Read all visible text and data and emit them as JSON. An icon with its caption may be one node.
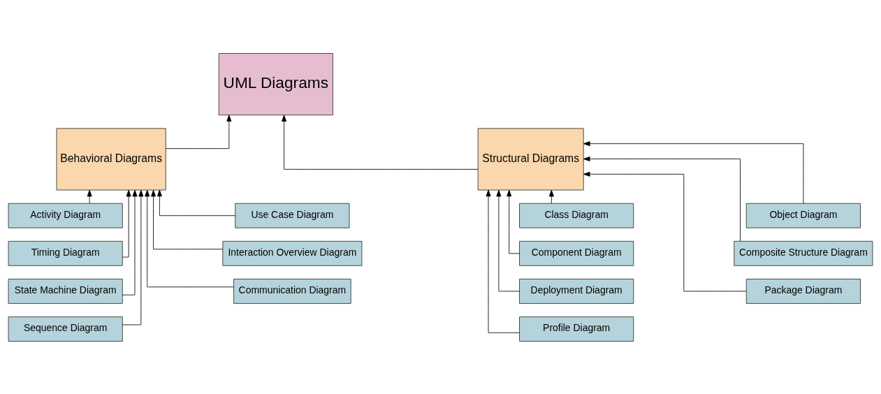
{
  "diagram": {
    "nodes": [
      {
        "text": [
          "UML Diagrams"
        ]
      },
      {
        "text": [
          "Behavioral Diagrams"
        ]
      },
      {
        "text": [
          "Structural Diagrams"
        ]
      },
      {
        "text": [
          "Activity Diagram"
        ]
      },
      {
        "text": [
          "Use Case Diagram"
        ]
      },
      {
        "text": [
          "Timing Diagram"
        ]
      },
      {
        "text": [
          "Interaction Overview Diagram"
        ]
      },
      {
        "text": [
          "State Machine Diagram"
        ]
      },
      {
        "text": [
          "Communication Diagram"
        ]
      },
      {
        "text": [
          "Sequence Diagram"
        ]
      },
      {
        "text": [
          "Class Diagram"
        ]
      },
      {
        "text": [
          "Object Diagram"
        ]
      },
      {
        "text": [
          "Component Diagram"
        ]
      },
      {
        "text": [
          "Composite Structure Diagram"
        ]
      },
      {
        "text": [
          "Deployment Diagram"
        ]
      },
      {
        "text": [
          "Package Diagram"
        ]
      },
      {
        "text": [
          "Profile Diagram"
        ]
      }
    ],
    "edges": [
      {
        "from": 1,
        "to": 0,
        "arrow": "to"
      },
      {
        "from": 2,
        "to": 0,
        "arrow": "to"
      },
      {
        "from": 3,
        "to": 1,
        "arrow": "to"
      },
      {
        "from": 4,
        "to": 1,
        "arrow": "to"
      },
      {
        "from": 5,
        "to": 1,
        "arrow": "to"
      },
      {
        "from": 6,
        "to": 1,
        "arrow": "to"
      },
      {
        "from": 7,
        "to": 1,
        "arrow": "to"
      },
      {
        "from": 8,
        "to": 1,
        "arrow": "to"
      },
      {
        "from": 9,
        "to": 1,
        "arrow": "to"
      },
      {
        "from": 10,
        "to": 2,
        "arrow": "to"
      },
      {
        "from": 11,
        "to": 2,
        "arrow": "to"
      },
      {
        "from": 12,
        "to": 2,
        "arrow": "to"
      },
      {
        "from": 13,
        "to": 2,
        "arrow": "to"
      },
      {
        "from": 14,
        "to": 2,
        "arrow": "to"
      },
      {
        "from": 15,
        "to": 2,
        "arrow": "to"
      },
      {
        "from": 16,
        "to": 2,
        "arrow": "to"
      }
    ]
  }
}
